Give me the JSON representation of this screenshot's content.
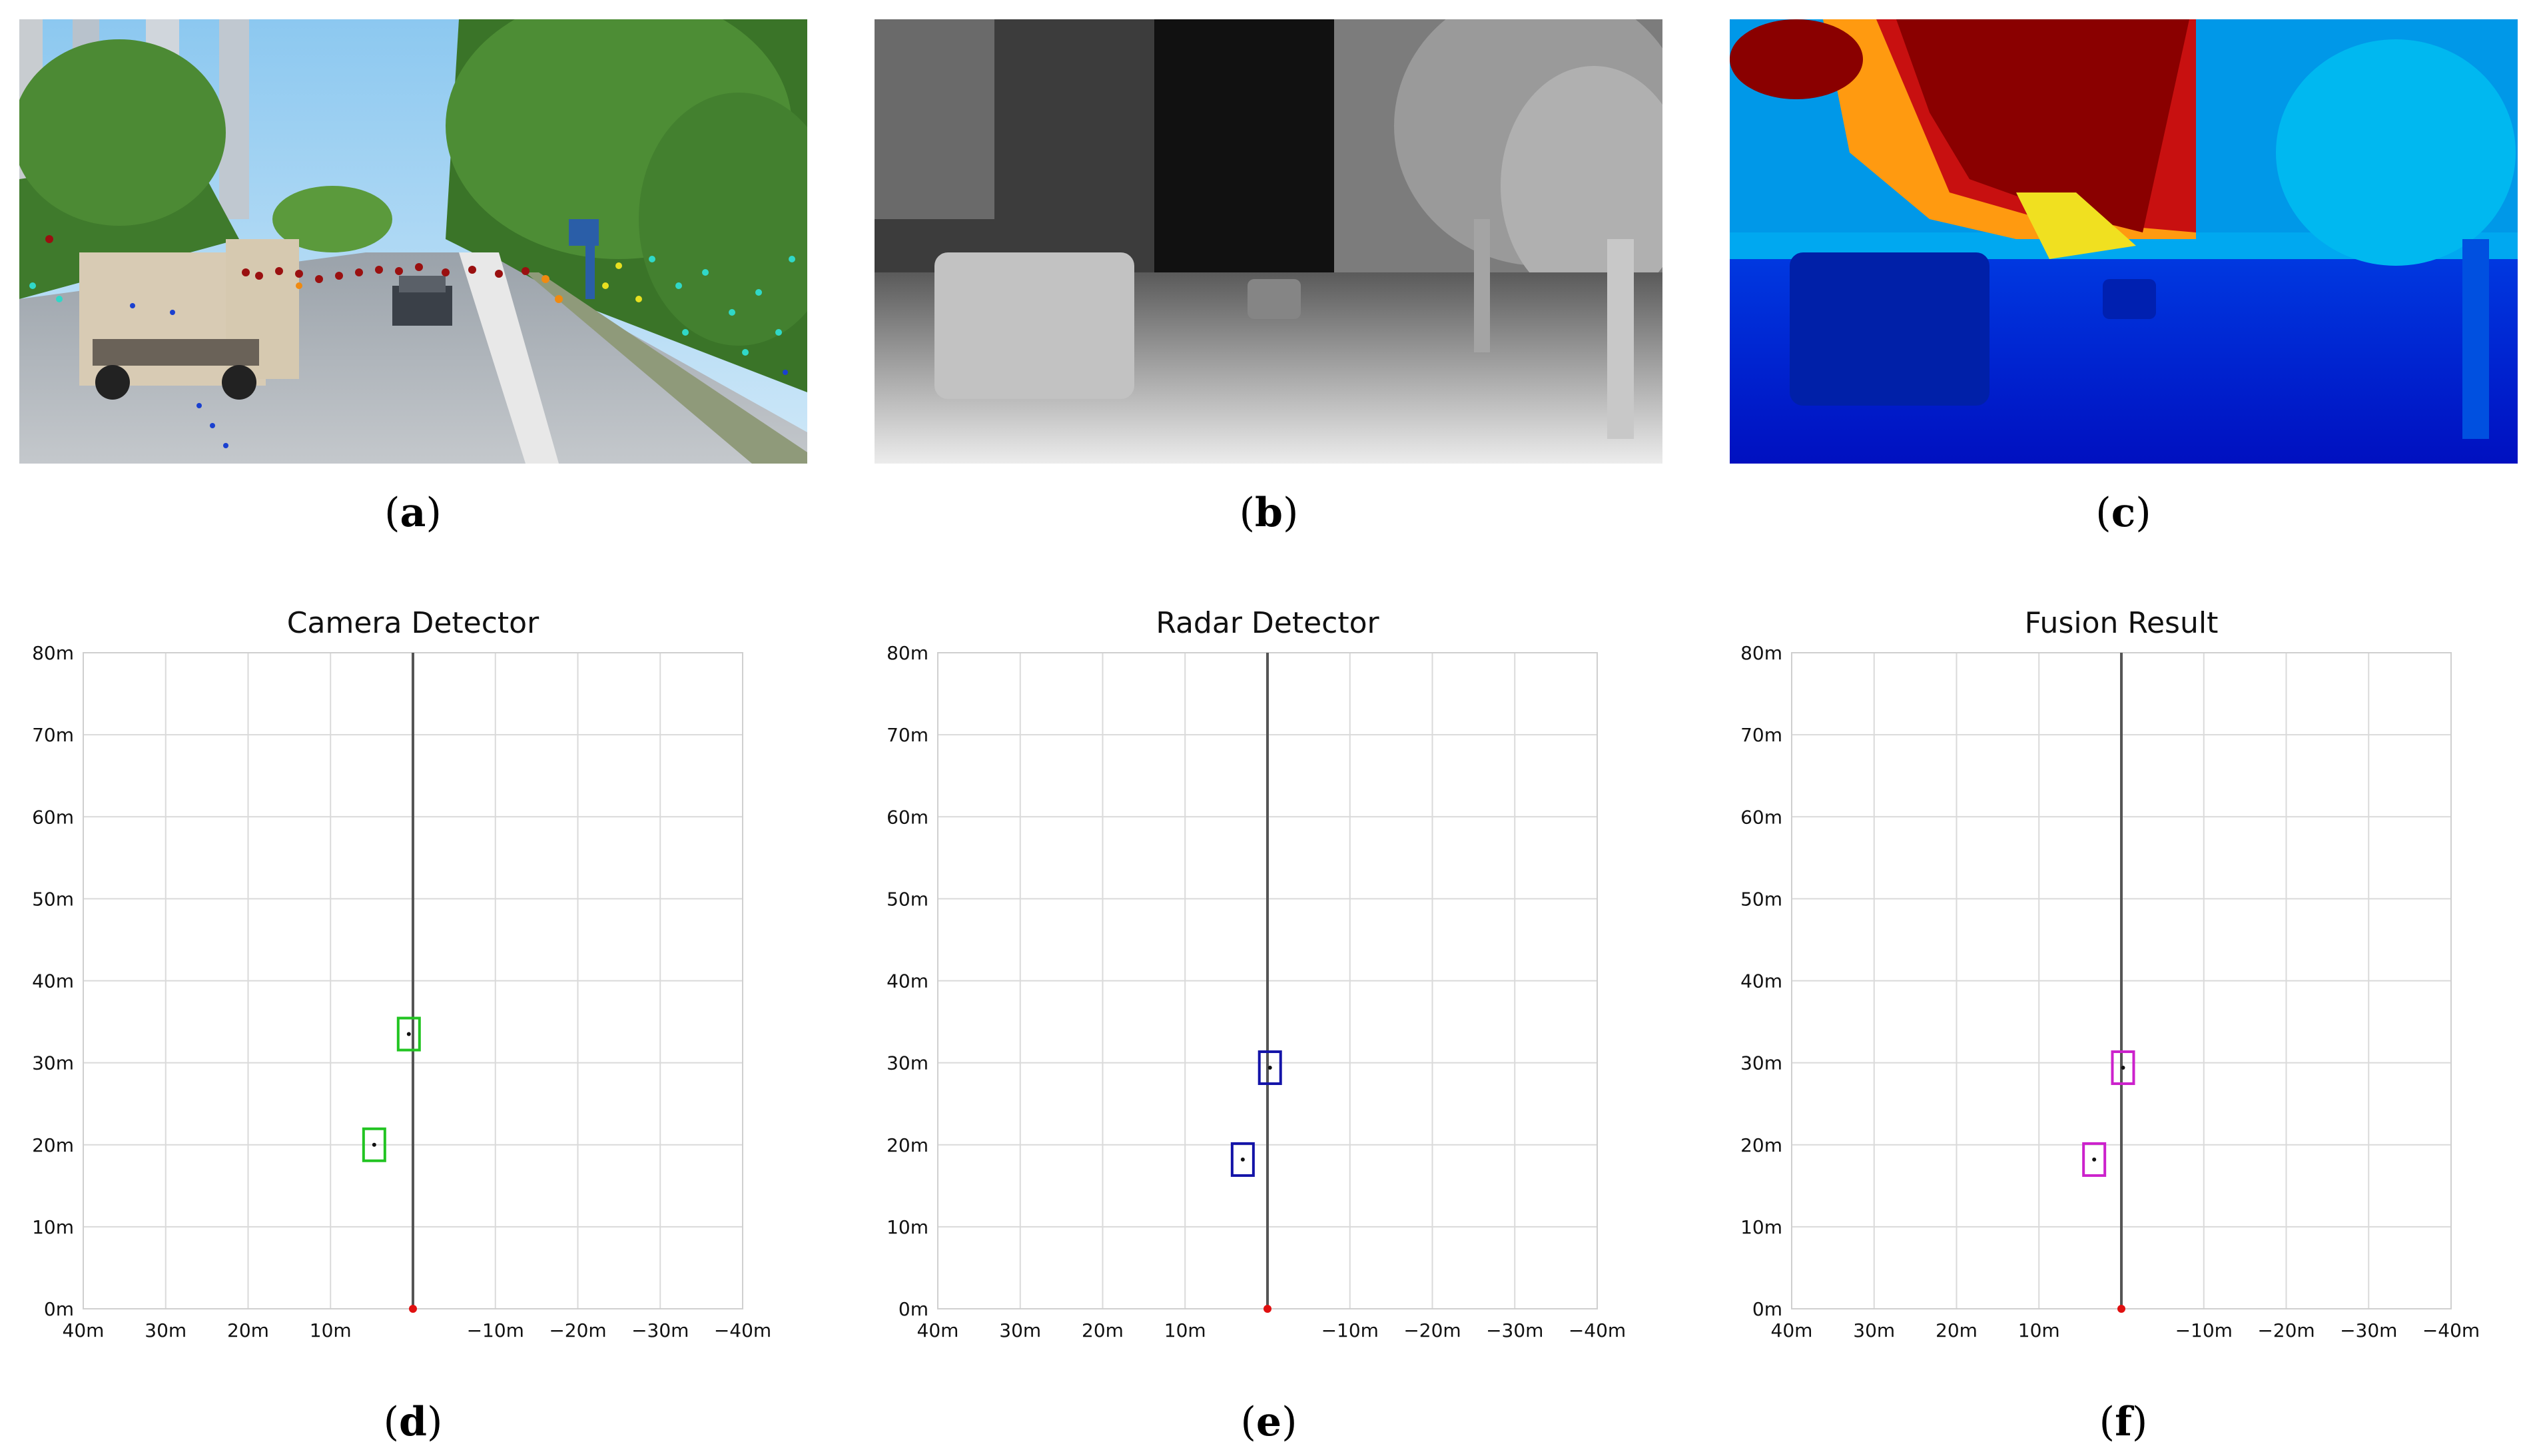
{
  "captions": {
    "a": "a",
    "b": "b",
    "c": "c",
    "d": "d",
    "e": "e",
    "f": "f"
  },
  "images": {
    "a": {
      "icon": "road-scene-with-radar-points"
    },
    "b": {
      "icon": "grayscale-depth-map"
    },
    "c": {
      "icon": "jet-colormap-depth-map"
    }
  },
  "chart_data": [
    {
      "type": "scatter",
      "title": "Camera Detector",
      "ylim": [
        0,
        80
      ],
      "xlim": [
        40,
        -40
      ],
      "y_ticks": [
        "0m",
        "10m",
        "20m",
        "30m",
        "40m",
        "50m",
        "60m",
        "70m",
        "80m"
      ],
      "x_ticks": [
        "40m",
        "30m",
        "20m",
        "10m",
        "",
        "−10m",
        "−20m",
        "−30m",
        "−40m"
      ],
      "color": "#22c422",
      "grid": true,
      "points": [
        {
          "x": 0.5,
          "y": 33.5
        },
        {
          "x": 4.7,
          "y": 20.0
        }
      ],
      "origin_color": "#e01010"
    },
    {
      "type": "scatter",
      "title": "Radar Detector",
      "ylim": [
        0,
        80
      ],
      "xlim": [
        40,
        -40
      ],
      "y_ticks": [
        "0m",
        "10m",
        "20m",
        "30m",
        "40m",
        "50m",
        "60m",
        "70m",
        "80m"
      ],
      "x_ticks": [
        "40m",
        "30m",
        "20m",
        "10m",
        "",
        "−10m",
        "−20m",
        "−30m",
        "−40m"
      ],
      "color": "#1414a8",
      "grid": true,
      "points": [
        {
          "x": -0.3,
          "y": 29.4
        },
        {
          "x": 3.0,
          "y": 18.2
        }
      ],
      "origin_color": "#e01010"
    },
    {
      "type": "scatter",
      "title": "Fusion Result",
      "ylim": [
        0,
        80
      ],
      "xlim": [
        40,
        -40
      ],
      "y_ticks": [
        "0m",
        "10m",
        "20m",
        "30m",
        "40m",
        "50m",
        "60m",
        "70m",
        "80m"
      ],
      "x_ticks": [
        "40m",
        "30m",
        "20m",
        "10m",
        "",
        "−10m",
        "−20m",
        "−30m",
        "−40m"
      ],
      "color": "#cc22cc",
      "grid": true,
      "points": [
        {
          "x": -0.2,
          "y": 29.4
        },
        {
          "x": 3.3,
          "y": 18.2
        }
      ],
      "origin_color": "#e01010"
    }
  ]
}
